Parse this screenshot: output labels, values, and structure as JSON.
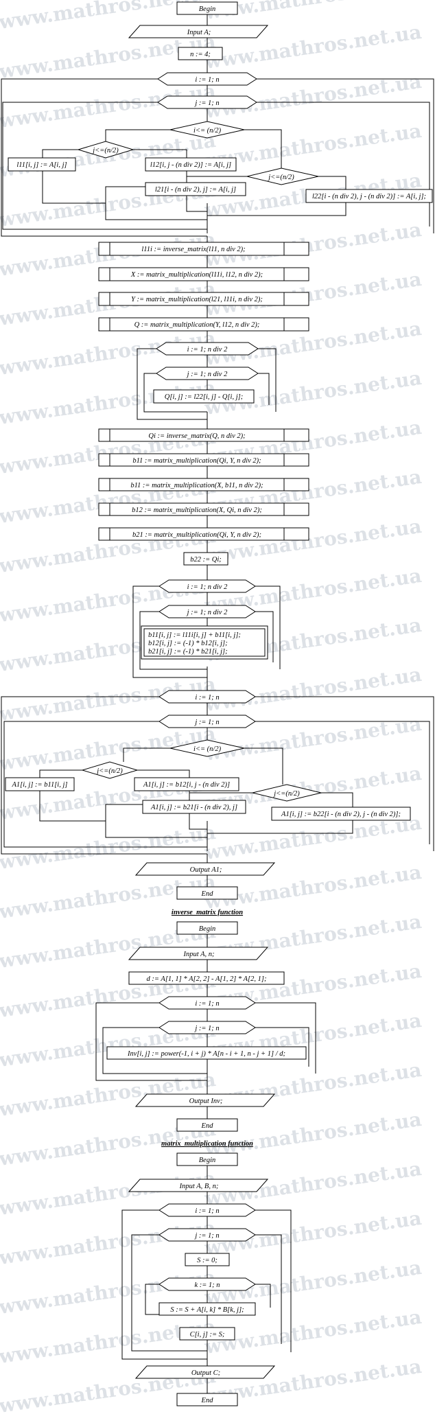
{
  "watermark": "www.mathros.net.ua",
  "main": {
    "begin": "Begin",
    "input": "Input A;",
    "n_assign": "n := 4;",
    "loop_i1": "i := 1; n",
    "loop_j1": "j := 1; n",
    "cond_i": "i<= (n/2)",
    "cond_j_left": "j<=(n/2)",
    "cond_j_right": "j<=(n/2)",
    "l11": "l11[i, j] := A[i, j]",
    "l12": "l12[i, j - (n div 2)] := A[i, j]",
    "l21": "l21[i - (n div 2), j] := A[i, j]",
    "l22": "l22[i - (n div 2), j - (n div 2)] := A[i, j];",
    "l11i": "l11i := inverse_matrix(l11, n div 2);",
    "X": "X := matrix_multiplication(l11i, l12, n div 2);",
    "Y": "Y := matrix_multiplication(l21, l11i, n div 2);",
    "Q": "Q := matrix_multiplication(Y, l12, n div 2);",
    "loop_i2": "i := 1; n div 2",
    "loop_j2": "j := 1; n div 2",
    "Qassign": "Q[i, j] := l22[i, j] - Q[i, j];",
    "Qi": "Qi := inverse_matrix(Q, n div 2);",
    "b11a": "b11 := matrix_multiplication(Qi, Y, n div 2);",
    "b11b": "b11 := matrix_multiplication(X, b11, n div 2);",
    "b12": "b12 := matrix_multiplication(X, Qi, n div 2);",
    "b21": "b21 := matrix_multiplication(Qi, Y, n div 2);",
    "b22": "b22 := Qi;",
    "loop_i3": "i := 1; n div 2",
    "loop_j3": "j := 1; n div 2",
    "block_lines": [
      "b11[i, j] := l11i[i, j] + b11[i, j];",
      "b12[i, j] := (-1) * b12[i, j];",
      "b21[i, j] := (-1) * b21[i, j];"
    ],
    "loop_i4": "i := 1; n",
    "loop_j4": "j := 1; n",
    "cond_i4": "i<= (n/2)",
    "cond_j4_left": "j<=(n/2)",
    "cond_j4_right": "j<=(n/2)",
    "A1_11": "A1[i, j] := b11[i, j]",
    "A1_12": "A1[i, j] := b12[i, j - (n div 2)]",
    "A1_21": "A1[i, j] := b21[i - (n div 2), j]",
    "A1_22": "A1[i, j] := b22[i - (n div 2), j - (n div 2)];",
    "output": "Output A1;",
    "end": "End"
  },
  "inverse": {
    "heading": "inverse_matrix function",
    "begin": "Begin",
    "input": "Input A, n;",
    "d": "d := A[1, 1] * A[2, 2] - A[1, 2] * A[2, 1];",
    "loop_i": "i := 1; n",
    "loop_j": "j := 1; n",
    "inv": "Inv[i, j] := power(-1, i + j) * A[n - i + 1, n - j + 1] / d;",
    "output": "Output Inv;",
    "end": "End"
  },
  "mult": {
    "heading": "matrix_multiplication function",
    "begin": "Begin",
    "input": "Input A, B, n;",
    "loop_i": "i := 1; n",
    "loop_j": "j := 1; n",
    "s0": "S := 0;",
    "loop_k": "k := 1; n",
    "s_acc": "S := S + A[i, k] * B[k, j];",
    "c_assign": "C[i, j] := S;",
    "output": "Output C;",
    "end": "End"
  }
}
